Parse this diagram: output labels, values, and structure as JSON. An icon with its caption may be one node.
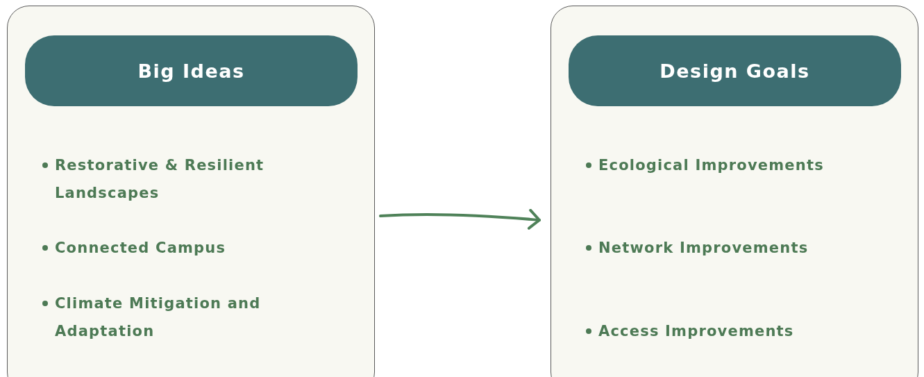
{
  "diagram": {
    "nodes": [
      {
        "text": [
          "Restorative & Resilient Landscapes",
          "Connected Campus",
          "Climate Mitigation and Adaptation"
        ]
      },
      {
        "text": [
          "Big Ideas"
        ],
        "in": 0
      },
      {
        "text": [
          "Ecological Improvements",
          "Network Improvements",
          "Access Improvements"
        ]
      },
      {
        "text": [
          "Design Goals"
        ],
        "in": 2
      }
    ],
    "edges": [
      {
        "from": 0,
        "to": 2,
        "arrow": "to"
      }
    ]
  }
}
